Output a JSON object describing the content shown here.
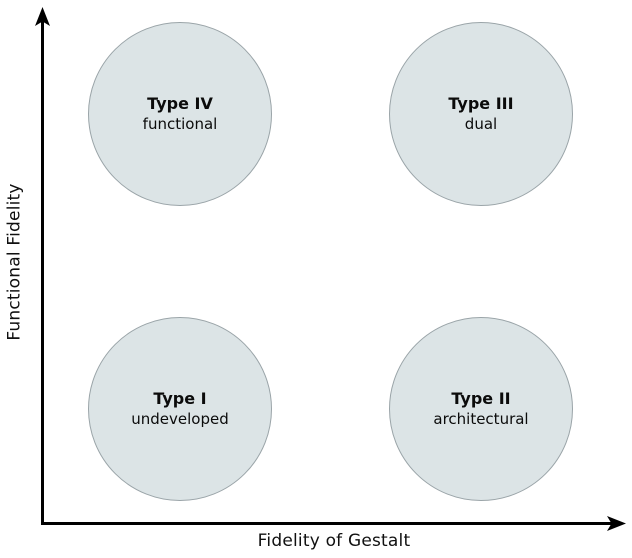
{
  "chart_data": {
    "type": "scatter",
    "title": "",
    "xlabel": "Fidelity of Gestalt",
    "ylabel": "Functional Fidelity",
    "grid": false,
    "legend": "none",
    "axis_style": "arrow",
    "xlim": [
      0,
      1
    ],
    "ylim": [
      0,
      1
    ],
    "categories": [
      "Type I",
      "Type II",
      "Type III",
      "Type IV"
    ],
    "points": [
      {
        "label": "Type I",
        "sublabel": "undeveloped",
        "x": 0.24,
        "y": 0.22,
        "quadrant": "bottom-left"
      },
      {
        "label": "Type II",
        "sublabel": "architectural",
        "x": 0.75,
        "y": 0.22,
        "quadrant": "bottom-right"
      },
      {
        "label": "Type III",
        "sublabel": "dual",
        "x": 0.75,
        "y": 0.79,
        "quadrant": "top-right"
      },
      {
        "label": "Type IV",
        "sublabel": "functional",
        "x": 0.24,
        "y": 0.79,
        "quadrant": "top-left"
      }
    ]
  },
  "axes": {
    "x_label": "Fidelity of Gestalt",
    "y_label": "Functional Fidelity",
    "line_color": "#000000"
  },
  "bubbles": {
    "fill_color": "#dce4e6",
    "stroke_color": "#9aa4a8",
    "top_left": {
      "title": "Type IV",
      "subtitle": "functional"
    },
    "top_right": {
      "title": "Type III",
      "subtitle": "dual"
    },
    "bottom_left": {
      "title": "Type I",
      "subtitle": "undeveloped"
    },
    "bottom_right": {
      "title": "Type II",
      "subtitle": "architectural"
    }
  }
}
